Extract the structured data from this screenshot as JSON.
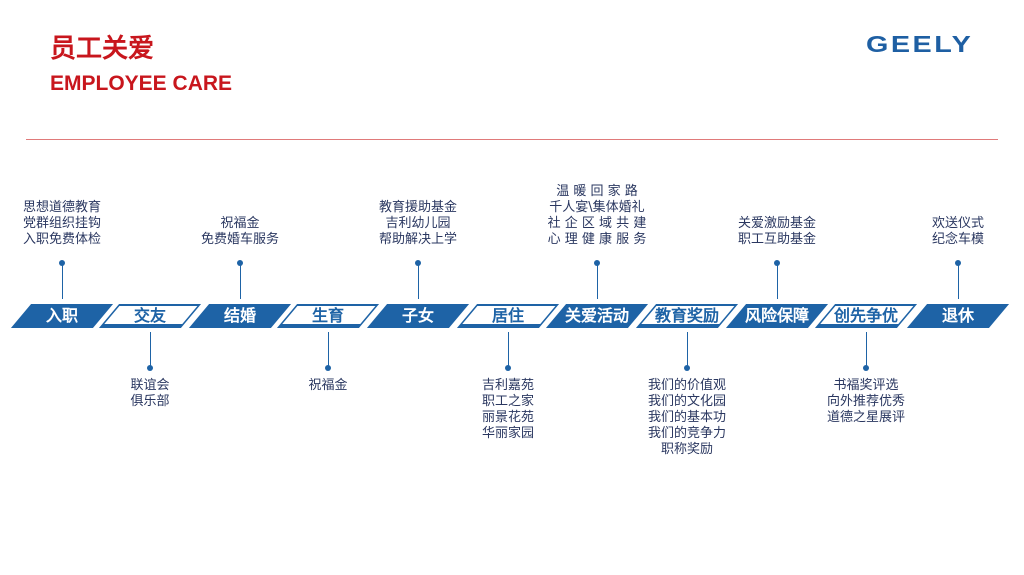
{
  "header": {
    "title_cn": "员工关爱",
    "title_en": "EMPLOYEE CARE",
    "logo": "GEELY"
  },
  "colors": {
    "accent": "#c8161d",
    "blue": "#1e63a6"
  },
  "timeline": [
    {
      "label": "入职",
      "style": "filled",
      "position": "above",
      "notes": [
        "思想道德教育",
        "党群组织挂钩",
        "入职免费体检"
      ]
    },
    {
      "label": "交友",
      "style": "outline",
      "position": "below",
      "notes": [
        "联谊会",
        "俱乐部"
      ]
    },
    {
      "label": "结婚",
      "style": "filled",
      "position": "above",
      "notes": [
        "祝福金",
        "免费婚车服务"
      ]
    },
    {
      "label": "生育",
      "style": "outline",
      "position": "below",
      "notes": [
        "祝福金"
      ]
    },
    {
      "label": "子女",
      "style": "filled",
      "position": "above",
      "notes": [
        "教育援助基金",
        "吉利幼儿园",
        "帮助解决上学"
      ]
    },
    {
      "label": "居住",
      "style": "outline",
      "position": "below",
      "notes": [
        "吉利嘉苑",
        "职工之家",
        "丽景花苑",
        "华丽家园"
      ]
    },
    {
      "label": "关爱活动",
      "style": "filled",
      "position": "above",
      "notes": [
        "温 暖 回 家 路",
        "千人宴\\集体婚礼",
        "社 企 区 域 共 建",
        "心 理 健 康 服 务"
      ]
    },
    {
      "label": "教育奖励",
      "style": "outline",
      "position": "below",
      "notes": [
        "我们的价值观",
        "我们的文化园",
        "我们的基本功",
        "我们的竞争力",
        "职称奖励"
      ]
    },
    {
      "label": "风险保障",
      "style": "filled",
      "position": "above",
      "notes": [
        "关爱激励基金",
        "职工互助基金"
      ]
    },
    {
      "label": "创先争优",
      "style": "outline",
      "position": "below",
      "notes": [
        "书福奖评选",
        "向外推荐优秀",
        "道德之星展评"
      ]
    },
    {
      "label": "退休",
      "style": "filled",
      "position": "above",
      "notes": [
        "欢送仪式",
        "纪念车模"
      ]
    }
  ]
}
